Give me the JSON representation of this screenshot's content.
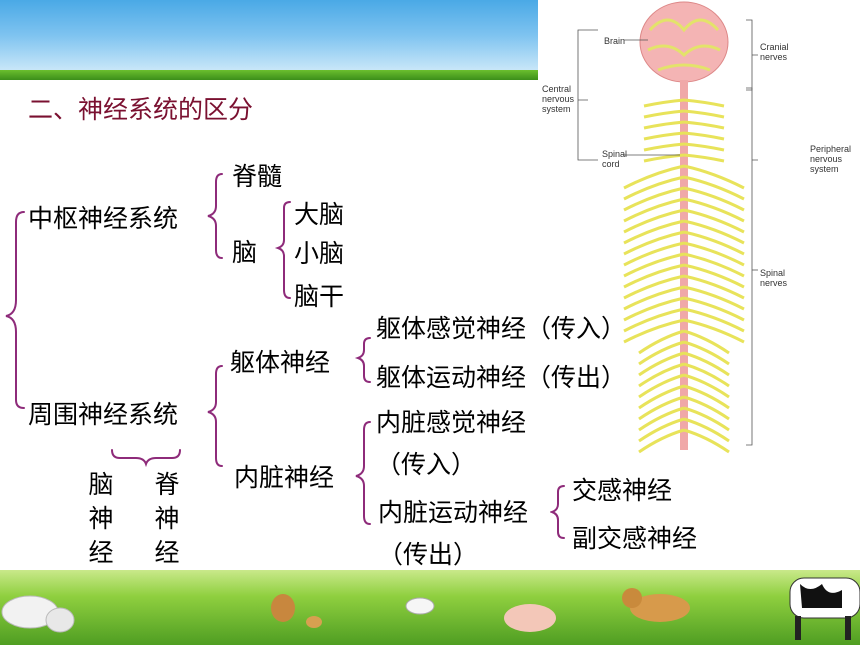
{
  "title": "二、神经系统的区分",
  "cns": {
    "label": "中枢神经系统",
    "spinal": "脊髓",
    "brain": "脑",
    "brain_parts": [
      "大脑",
      "小脑",
      "脑干"
    ]
  },
  "pns": {
    "label": "周围神经系统",
    "somatic": "躯体神经",
    "somatic_parts": [
      "躯体感觉神经（传入）",
      "躯体运动神经（传出）"
    ],
    "visceral": "内脏神经",
    "visceral_sensory": [
      "内脏感觉神经",
      "（传入）"
    ],
    "visceral_motor": [
      "内脏运动神经",
      "（传出）"
    ],
    "autonomic": [
      "交感神经",
      "副交感神经"
    ],
    "cranial_col": [
      "脑",
      "神",
      "经"
    ],
    "spinal_col": [
      "脊",
      "神",
      "经"
    ]
  },
  "figure": {
    "brain": "Brain",
    "cns": [
      "Central",
      "nervous",
      "system"
    ],
    "spinal_cord": [
      "Spinal",
      "cord"
    ],
    "cranial": [
      "Cranial",
      "nerves"
    ],
    "peripheral": [
      "Peripheral",
      "nervous",
      "system"
    ],
    "spinal_nerves": [
      "Spinal",
      "nerves"
    ]
  },
  "colors": {
    "title": "#7a1030",
    "brace": "#8e2b7a",
    "nerve": "#e8e35a",
    "cord": "#f0a8a8"
  }
}
